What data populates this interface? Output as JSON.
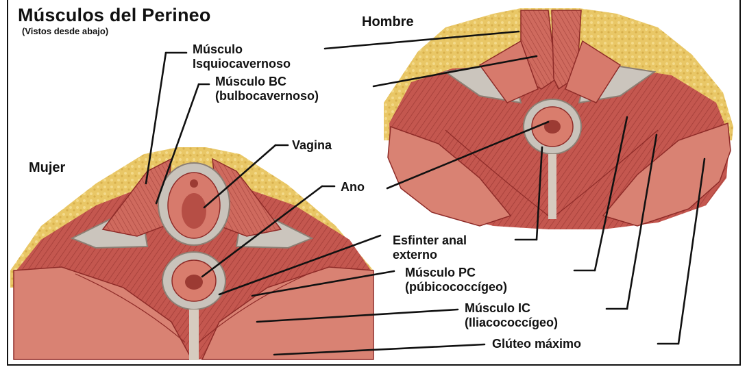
{
  "title": "Músculos del Perineo",
  "subtitle": "(Vistos desde abajo)",
  "panels": {
    "male": "Hombre",
    "female": "Mujer"
  },
  "labels": {
    "isquio_1": "Músculo",
    "isquio_2": "Isquiocavernoso",
    "bc_1": "Músculo BC",
    "bc_2": "(bulbocavernoso)",
    "vagina": "Vagina",
    "ano": "Ano",
    "esf_1": "Esfinter anal",
    "esf_2": "externo",
    "pc_1": "Músculo PC",
    "pc_2": "(púbicococcígeo)",
    "ic_1": "Músculo IC",
    "ic_2": "(Iliacococcígeo)",
    "gluteo": "Glúteo máximo"
  },
  "colors": {
    "muscle": "#c4574f",
    "muscle_dark": "#8e2b28",
    "muscle_light": "#e08a7d",
    "fat": "#e9c766",
    "membrane": "#c9c3bb",
    "ink": "#111111"
  }
}
